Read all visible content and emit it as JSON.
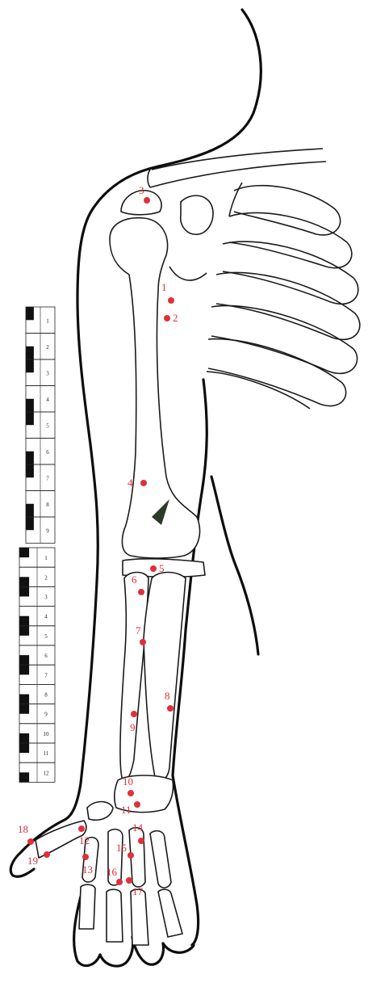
{
  "colors": {
    "point": "#e0303a",
    "outline": "#0d0d0d",
    "scale_dark": "#111111"
  },
  "points": [
    {
      "label": "1"
    },
    {
      "label": "2"
    },
    {
      "label": "3"
    },
    {
      "label": "4"
    },
    {
      "label": "5"
    },
    {
      "label": "6"
    },
    {
      "label": "7"
    },
    {
      "label": "8"
    },
    {
      "label": "9"
    },
    {
      "label": "10"
    },
    {
      "label": "11"
    },
    {
      "label": "12"
    },
    {
      "label": "13"
    },
    {
      "label": "14"
    },
    {
      "label": "15"
    },
    {
      "label": "16"
    },
    {
      "label": "17"
    },
    {
      "label": "18"
    },
    {
      "label": "19"
    }
  ],
  "scale_upper": [
    "1",
    "2",
    "3",
    "4",
    "5",
    "6",
    "7",
    "8",
    "9"
  ],
  "scale_lower": [
    "1",
    "2",
    "3",
    "4",
    "5",
    "6",
    "7",
    "8",
    "9",
    "10",
    "11",
    "12"
  ]
}
